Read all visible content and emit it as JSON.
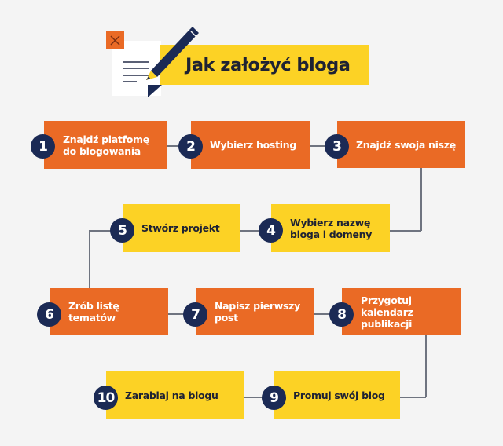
{
  "title": "Jak założyć bloga",
  "colors": {
    "background": "#f4f4f4",
    "orange": "#ea6a25",
    "yellow": "#fcd225",
    "navy": "#1b2a55",
    "connector": "#6f7480"
  },
  "icons": {
    "header_illustration": [
      "close-x-square-icon",
      "document-icon",
      "pencil-icon"
    ]
  },
  "steps": [
    {
      "number": "1",
      "label": "Znajdź platfomę do blogowania",
      "color": "orange"
    },
    {
      "number": "2",
      "label": "Wybierz hosting",
      "color": "orange"
    },
    {
      "number": "3",
      "label": "Znajdź swoja niszę",
      "color": "orange"
    },
    {
      "number": "4",
      "label": "Wybierz nazwę bloga i domeny",
      "color": "yellow"
    },
    {
      "number": "5",
      "label": "Stwórz projekt",
      "color": "yellow"
    },
    {
      "number": "6",
      "label": "Zrób listę tematów",
      "color": "orange"
    },
    {
      "number": "7",
      "label": "Napisz pierwszy post",
      "color": "orange"
    },
    {
      "number": "8",
      "label": "Przygotuj kalendarz publikacji",
      "color": "orange"
    },
    {
      "number": "9",
      "label": "Promuj swój blog",
      "color": "yellow"
    },
    {
      "number": "10",
      "label": "Zarabiaj na blogu",
      "color": "yellow"
    }
  ]
}
